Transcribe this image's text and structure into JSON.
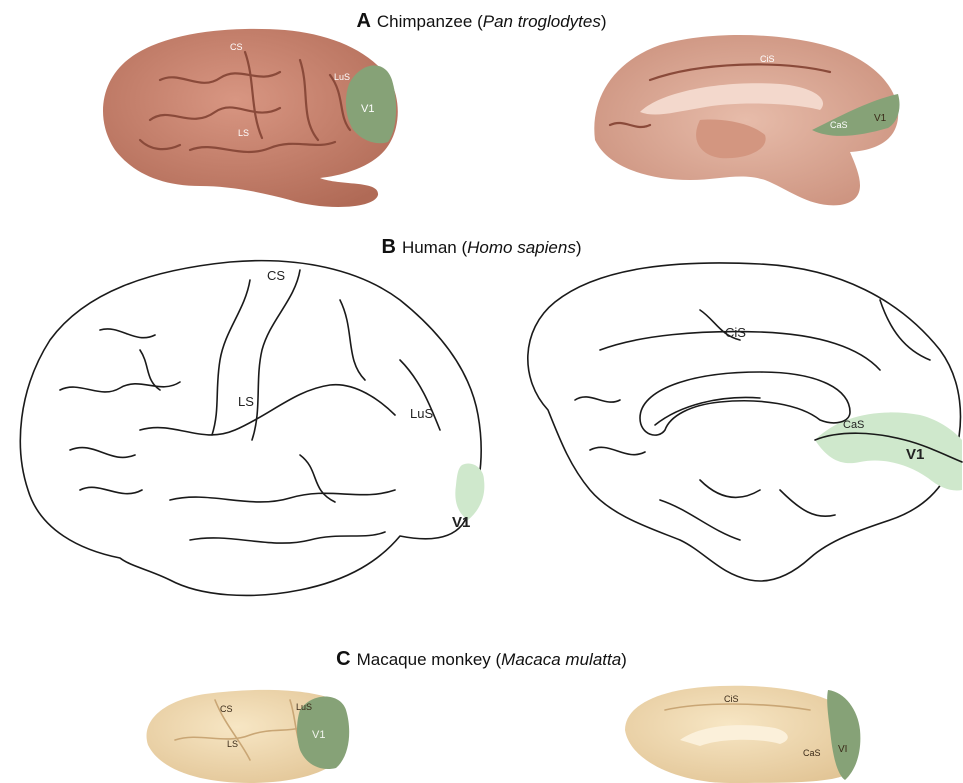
{
  "panels": {
    "a": {
      "letter": "A",
      "species": "Chimpanzee",
      "scientific": "Pan troglodytes",
      "lateral": {
        "cs": "CS",
        "ls": "LS",
        "lus": "LuS",
        "v1": "V1"
      },
      "medial": {
        "cis": "CiS",
        "cas": "CaS",
        "v1": "V1"
      }
    },
    "b": {
      "letter": "B",
      "species": "Human",
      "scientific": "Homo sapiens",
      "lateral": {
        "cs": "CS",
        "ls": "LS",
        "lus": "LuS",
        "v1": "V1"
      },
      "medial": {
        "cis": "CiS",
        "cas": "CaS",
        "v1": "V1"
      }
    },
    "c": {
      "letter": "C",
      "species": "Macaque monkey",
      "scientific": "Macaca mulatta",
      "lateral": {
        "cs": "CS",
        "ls": "LS",
        "lus": "LuS",
        "v1": "V1"
      },
      "medial": {
        "cis": "CiS",
        "cas": "CaS",
        "v1": "VI"
      }
    }
  },
  "colors": {
    "chimp_tissue": "#c9806c",
    "chimp_medial_tissue": "#d8a493",
    "macaque_tissue": "#f1dcb4",
    "v1_photo": "#86a277",
    "v1_drawing": "#cfe8cc"
  }
}
